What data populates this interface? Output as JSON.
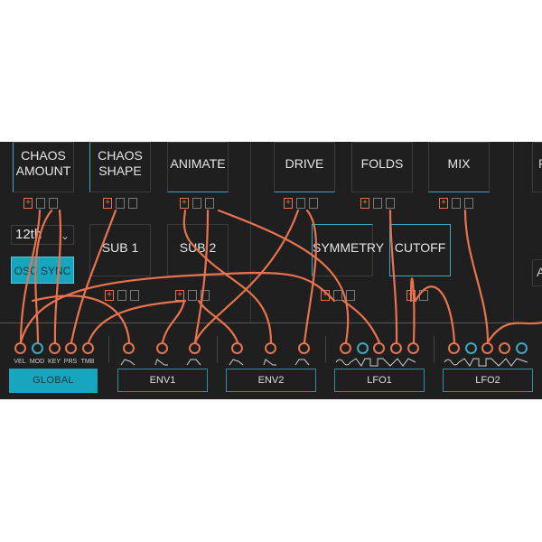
{
  "colors": {
    "accent_cyan": "#18a6bf",
    "cable_orange": "#e8734d",
    "panel_bg": "#1f1f1f"
  },
  "knobs_top": [
    {
      "label_l1": "CHAOS",
      "label_l2": "AMOUNT"
    },
    {
      "label_l1": "CHAOS",
      "label_l2": "SHAPE"
    },
    {
      "label_l1": "ANIMATE",
      "label_l2": ""
    },
    {
      "label_l1": "DRIVE",
      "label_l2": ""
    },
    {
      "label_l1": "FOLDS",
      "label_l2": ""
    },
    {
      "label_l1": "MIX",
      "label_l2": ""
    }
  ],
  "knobs_mid": [
    {
      "label": "SUB 1"
    },
    {
      "label": "SUB 2"
    },
    {
      "label": "SYMMETRY"
    },
    {
      "label": "CUTOFF"
    }
  ],
  "dropdown": {
    "value": "12th"
  },
  "osc_sync": {
    "label": "OSC SYNC"
  },
  "global": {
    "label": "GLOBAL",
    "jacks": [
      {
        "label": "VEL"
      },
      {
        "label": "MOD"
      },
      {
        "label": "KEY"
      },
      {
        "label": "PRS"
      },
      {
        "label": "TMB"
      }
    ]
  },
  "groups": [
    {
      "label": "ENV1"
    },
    {
      "label": "ENV2"
    },
    {
      "label": "LFO1"
    },
    {
      "label": "LFO2"
    }
  ],
  "edge": {
    "right_top": "F",
    "right_mid": "A"
  },
  "slot_plus": "+"
}
